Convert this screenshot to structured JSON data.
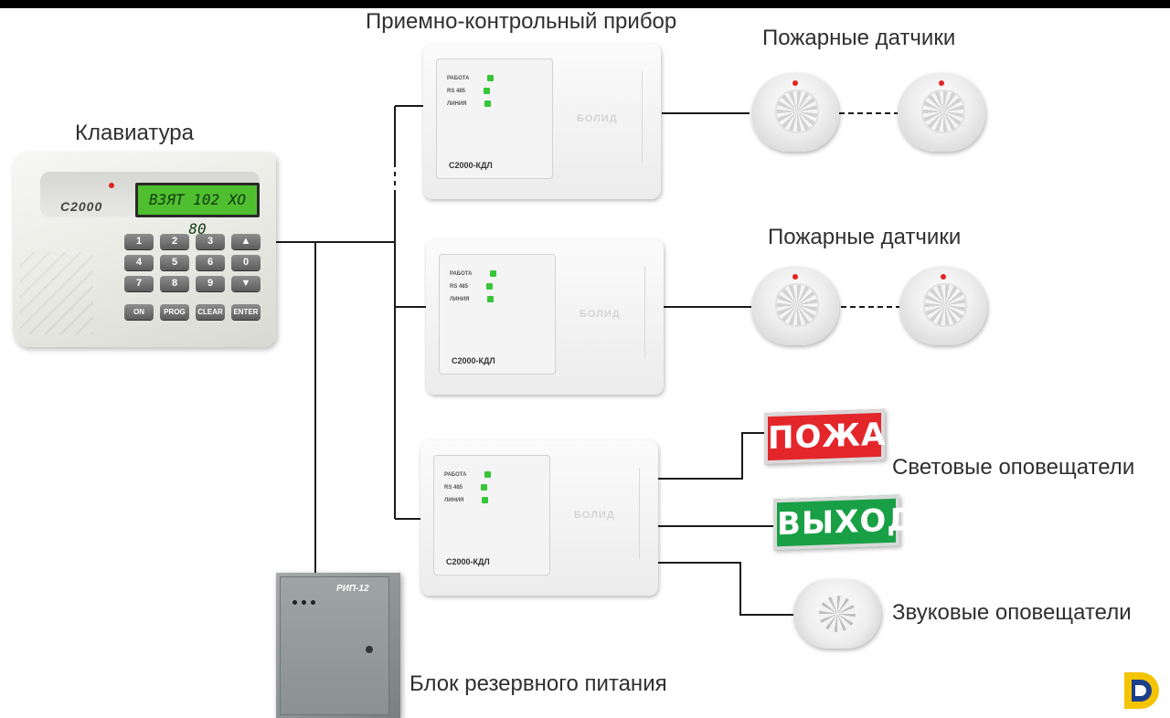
{
  "labels": {
    "panel_title": "Приемно-контрольный прибор",
    "fire_detectors_1": "Пожарные датчики",
    "fire_detectors_2": "Пожарные датчики",
    "keyboard": "Клавиатура",
    "light_alarms": "Световые оповещатели",
    "sound_alarms": "Звуковые оповещатели",
    "backup_power": "Блок резервного питания"
  },
  "keyboard": {
    "brand": "C2000",
    "display": "ВЗЯТ 102 ХО 80",
    "keys": [
      "1",
      "2",
      "3",
      "▲",
      "4",
      "5",
      "6",
      "0",
      "7",
      "8",
      "9",
      "▼",
      "ON",
      "PROG",
      "CLEAR",
      "ENTER"
    ]
  },
  "panels": [
    {
      "model": "С2000-КДЛ",
      "brand": "БОЛИД",
      "leds": [
        "РАБОТА",
        "RS 485",
        "ЛИНИЯ"
      ]
    },
    {
      "model": "С2000-КДЛ",
      "brand": "БОЛИД",
      "leds": [
        "РАБОТА",
        "RS 485",
        "ЛИНИЯ"
      ]
    },
    {
      "model": "С2000-КДЛ",
      "brand": "БОЛИД",
      "leds": [
        "РАБОТА",
        "RS 485",
        "ЛИНИЯ"
      ]
    }
  ],
  "signs": {
    "fire": "ПОЖАР",
    "exit": "ВЫХОД"
  },
  "psu": {
    "model": "РИП-12"
  },
  "colors": {
    "wire": "#1a1a1a",
    "fire_sign": "#e3262a",
    "exit_sign": "#19a046",
    "led": "#37c637",
    "logo_yellow": "#f5c400",
    "logo_blue": "#1d3e8a"
  }
}
